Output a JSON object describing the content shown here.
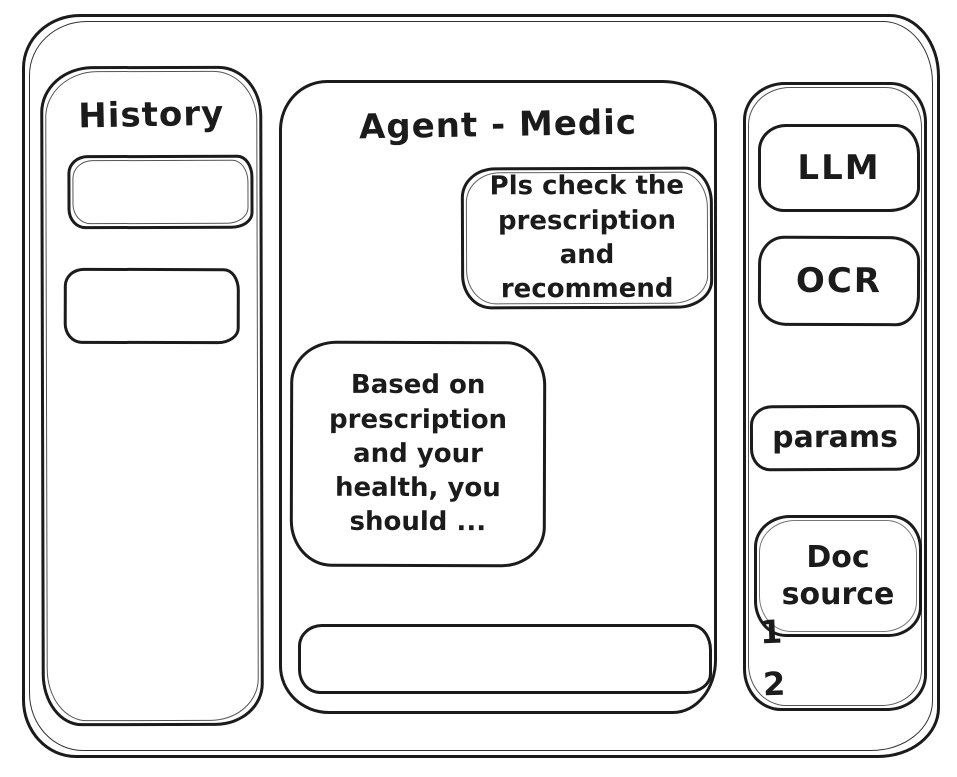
{
  "colors": {
    "ink": "#1b1b1b",
    "background": "#ffffff"
  },
  "sidebar": {
    "title": "History",
    "items": [
      {
        "label": ""
      },
      {
        "label": ""
      }
    ]
  },
  "chat": {
    "title": "Agent - Medic",
    "messages": [
      {
        "role": "user",
        "text": "Pls check the prescription and recommend"
      },
      {
        "role": "assistant",
        "text": "Based on prescription and your health, you should ..."
      }
    ],
    "input": {
      "value": ""
    }
  },
  "tools": {
    "buttons": [
      {
        "label": "LLM"
      },
      {
        "label": "OCR"
      },
      {
        "label": "params"
      },
      {
        "label": "Doc source"
      }
    ],
    "doc_sources": [
      "1",
      "2"
    ]
  }
}
